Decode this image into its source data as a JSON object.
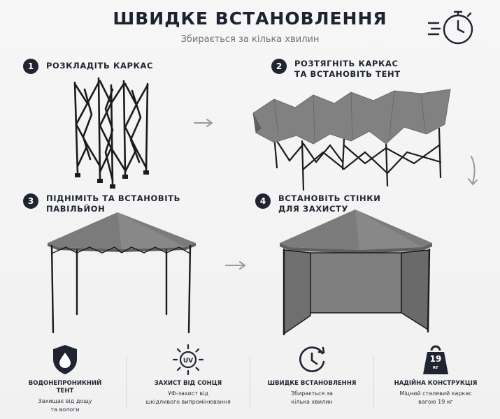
{
  "header": {
    "title": "ШВИДКЕ ВСТАНОВЛЕННЯ",
    "subtitle": "Збирається за кілька хвилин",
    "icon": "stopwatch-icon"
  },
  "steps": [
    {
      "number": "1",
      "label": "РОЗКЛАДІТЬ КАРКАС"
    },
    {
      "number": "2",
      "label": "РОЗТЯГНІТЬ КАРКАС\nТА ВСТАНОВІТЬ ТЕНТ"
    },
    {
      "number": "3",
      "label": "ПІДНІМІТЬ ТА ВСТАНОВІТЬ\nПАВІЛЬЙОН"
    },
    {
      "number": "4",
      "label": "ВСТАНОВІТЬ СТІНКИ\nДЛЯ ЗАХИСТУ"
    }
  ],
  "features": [
    {
      "icon": "water-drop-shield-icon",
      "name": "ВОДОНЕПРОНИКНИЙ\nТЕНТ",
      "description": "Захищає від дощу\nта вологи"
    },
    {
      "icon": "uv-sun-icon",
      "name": "ЗАХИСТ ВІД СОНЦЯ",
      "description": "УФ-захист від\nшкідливого випромінювання"
    },
    {
      "icon": "clock-icon",
      "name": "ШВИДКЕ ВСТАНОВЛЕННЯ",
      "description": "Збирається за\nкілька хвилин"
    },
    {
      "icon": "weight-icon",
      "name": "НАДІЙНА КОНСТРУКЦІЯ",
      "description": "Міцний сталевий каркас\nвагою 19 кг",
      "weight_value": "19",
      "weight_unit": "кг"
    }
  ],
  "colors": {
    "badge": "#1f2430",
    "canopy": "#7b7b7b",
    "frame": "#1b1b1b",
    "arrow": "#9a9a9a"
  }
}
